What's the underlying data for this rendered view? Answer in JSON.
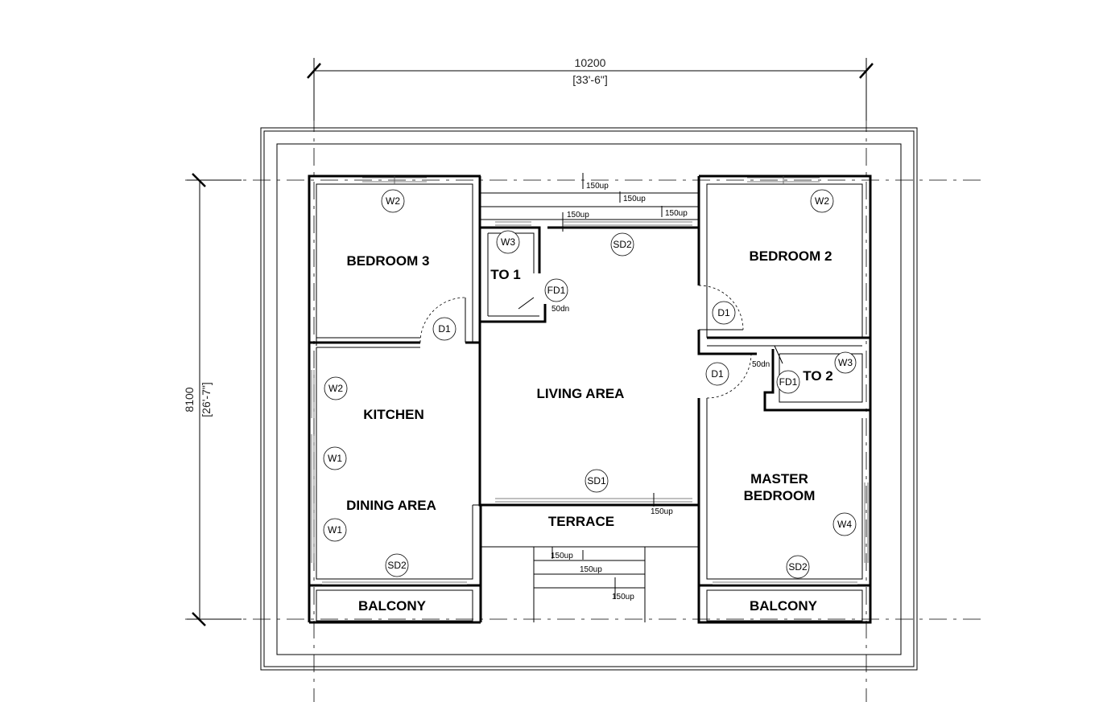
{
  "dimensions": {
    "width_mm": "10200",
    "width_ft": "[33'-6\"]",
    "depth_mm": "8100",
    "depth_ft": "[26'-7\"]"
  },
  "rooms": {
    "bedroom3": "BEDROOM 3",
    "bedroom2": "BEDROOM 2",
    "toilet1": "TO 1",
    "toilet2": "TO 2",
    "living": "LIVING AREA",
    "kitchen": "KITCHEN",
    "dining": "DINING AREA",
    "master_line1": "MASTER",
    "master_line2": "BEDROOM",
    "terrace": "TERRACE",
    "balcony_left": "BALCONY",
    "balcony_right": "BALCONY"
  },
  "tags": {
    "w1": "W1",
    "w2": "W2",
    "w3": "W3",
    "w4": "W4",
    "d1": "D1",
    "fd1": "FD1",
    "sd1": "SD1",
    "sd2": "SD2"
  },
  "levels": {
    "up150": "150up",
    "dn50": "50dn"
  }
}
